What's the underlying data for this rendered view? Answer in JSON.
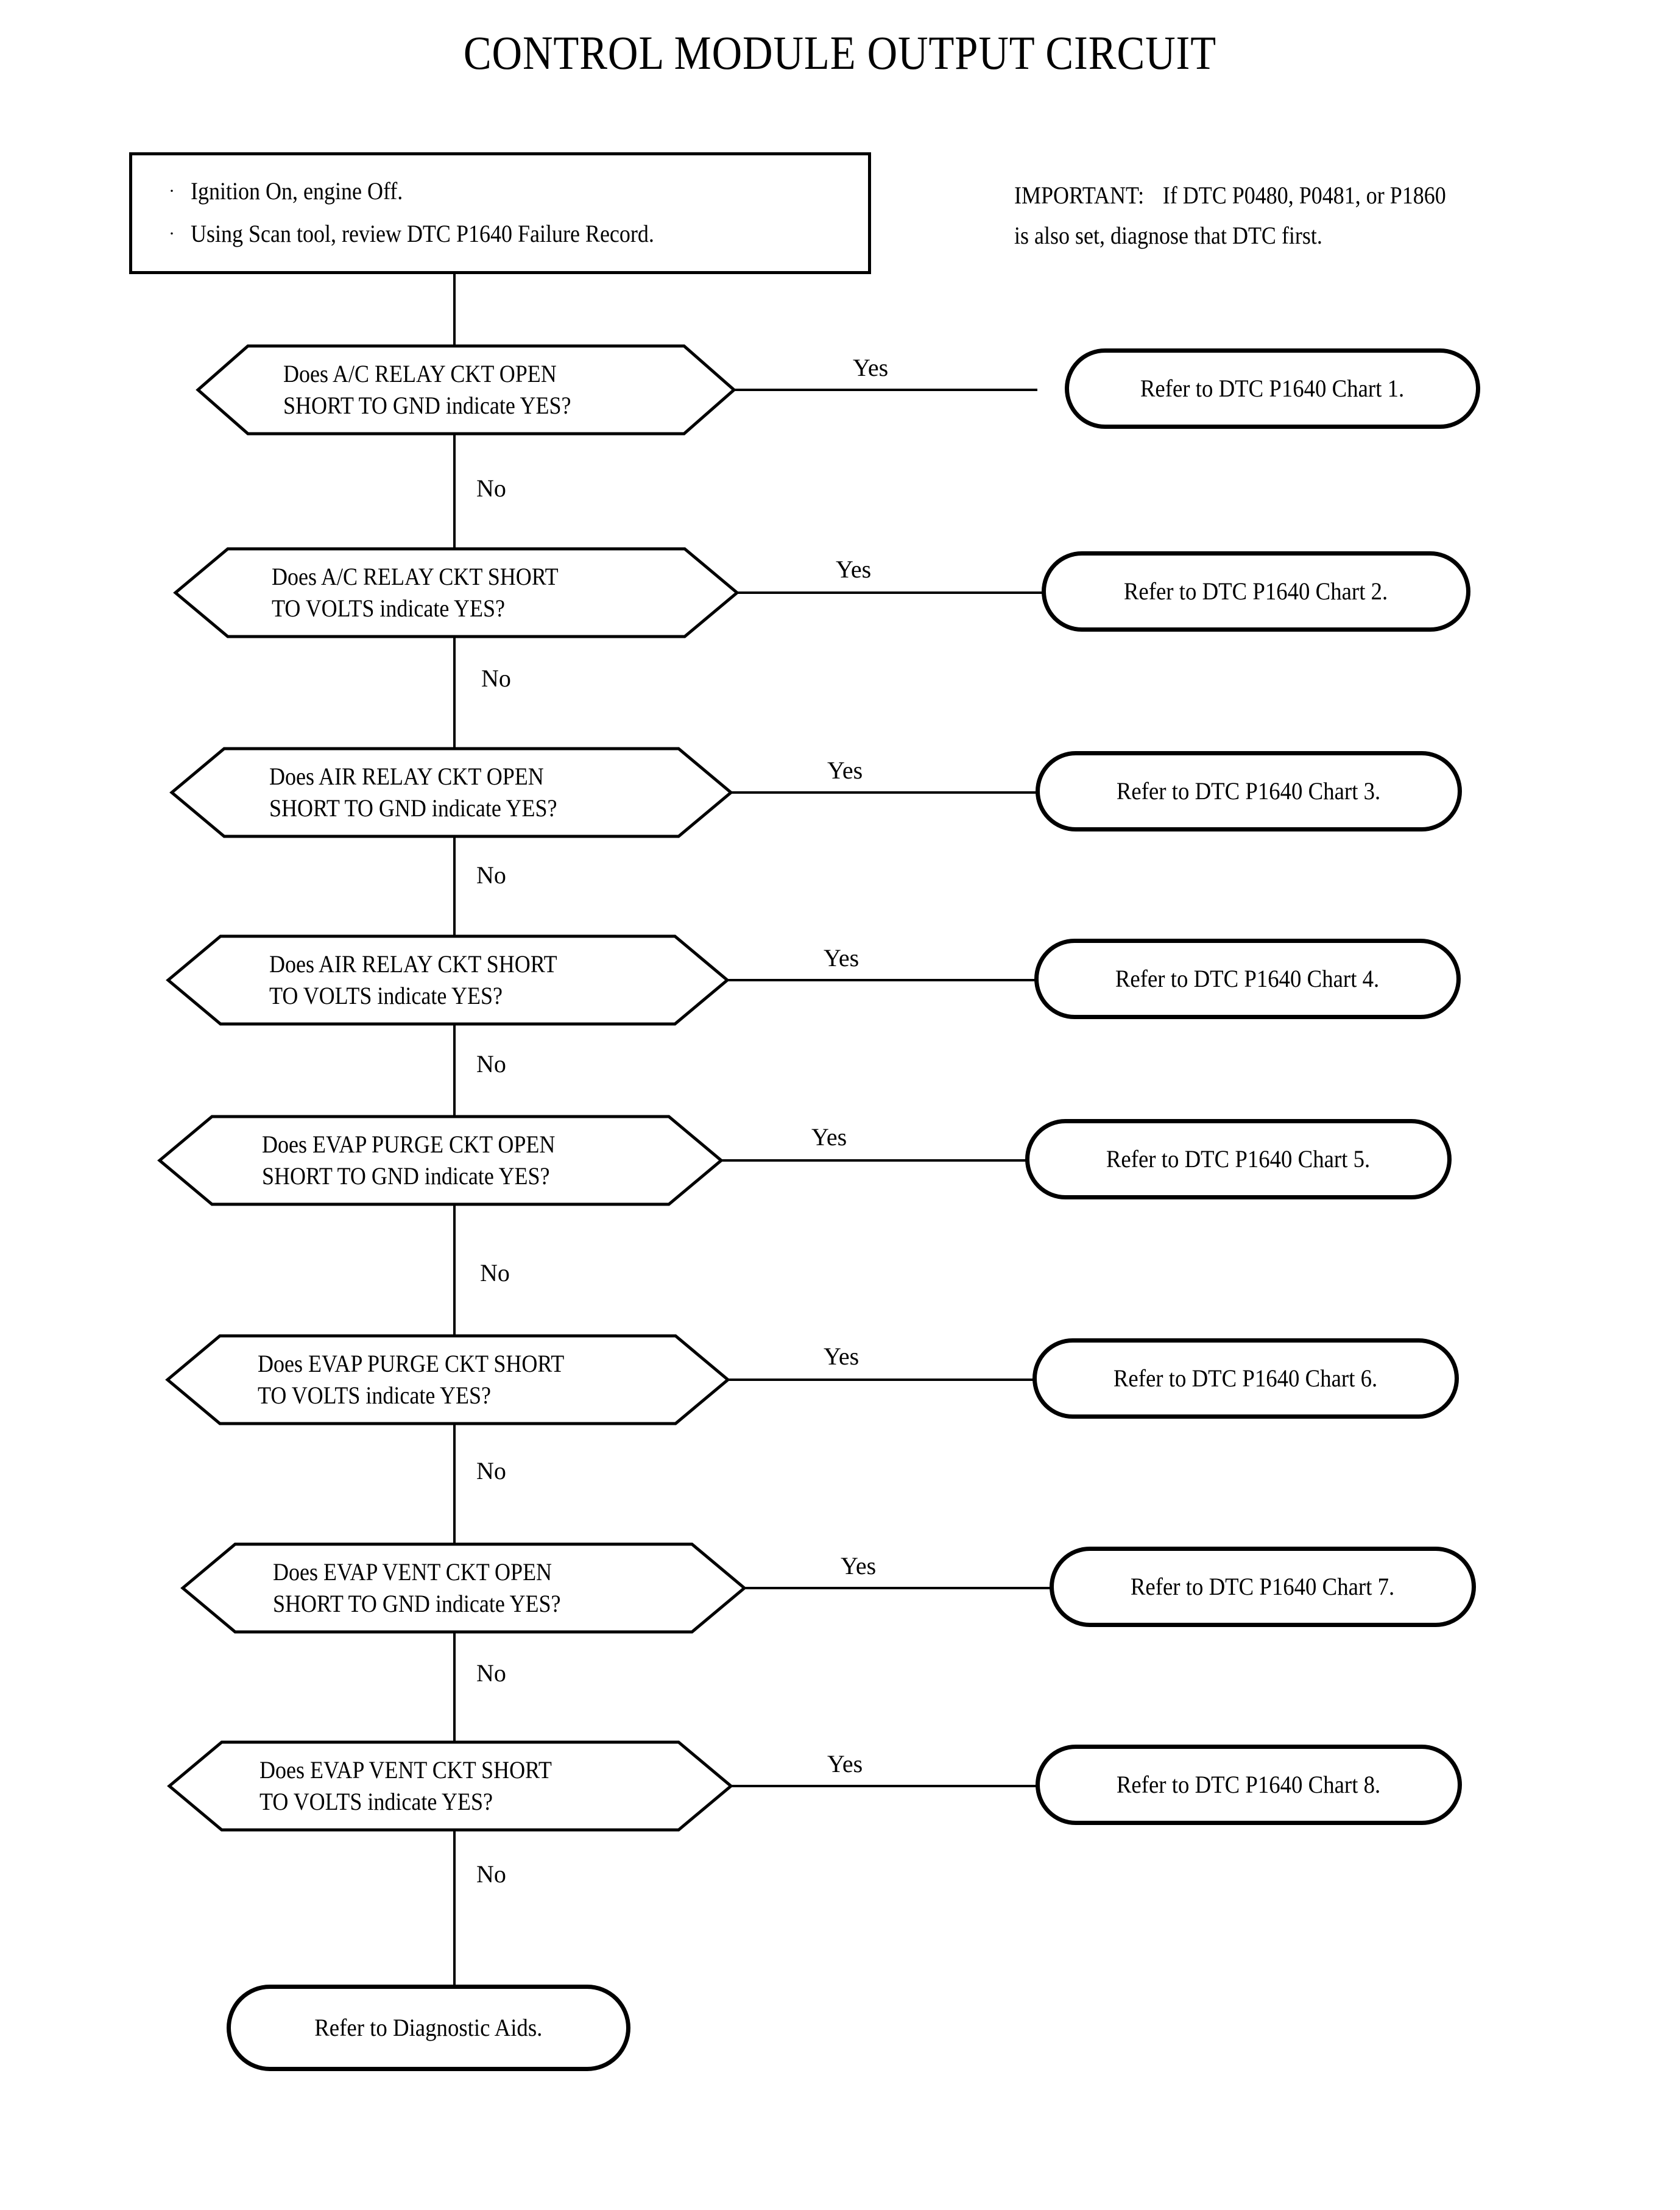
{
  "page": {
    "title": "CONTROL MODULE OUTPUT CIRCUIT"
  },
  "instructions": {
    "bullet_glyph": "·",
    "items": [
      "Ignition On, engine Off.",
      "Using Scan tool, review DTC P1640 Failure Record."
    ]
  },
  "important_note": {
    "label": "IMPORTANT:",
    "line1": "If DTC P0480, P0481, or P1860",
    "line2": "is also set, diagnose that DTC first."
  },
  "edge_labels": {
    "yes": "Yes",
    "no": "No"
  },
  "steps": [
    {
      "question_line1": "Does A/C RELAY CKT OPEN",
      "question_line2": "SHORT TO GND indicate YES?",
      "yes_label": "Yes",
      "no_label": "No",
      "result": "Refer to DTC P1640 Chart 1."
    },
    {
      "question_line1": "Does A/C RELAY CKT SHORT",
      "question_line2": "TO VOLTS indicate YES?",
      "yes_label": "Yes",
      "no_label": "No",
      "result": "Refer to DTC P1640 Chart 2."
    },
    {
      "question_line1": "Does AIR RELAY CKT OPEN",
      "question_line2": "SHORT TO GND indicate YES?",
      "yes_label": "Yes",
      "no_label": "No",
      "result": "Refer to DTC P1640 Chart 3."
    },
    {
      "question_line1": "Does AIR RELAY CKT SHORT",
      "question_line2": "TO VOLTS indicate YES?",
      "yes_label": "Yes",
      "no_label": "No",
      "result": "Refer to DTC P1640 Chart 4."
    },
    {
      "question_line1": "Does EVAP PURGE CKT OPEN",
      "question_line2": "SHORT TO GND indicate YES?",
      "yes_label": "Yes",
      "no_label": "No",
      "result": "Refer to DTC P1640 Chart 5."
    },
    {
      "question_line1": "Does EVAP PURGE CKT SHORT",
      "question_line2": "TO VOLTS indicate YES?",
      "yes_label": "Yes",
      "no_label": "No",
      "result": "Refer to DTC P1640 Chart 6."
    },
    {
      "question_line1": "Does EVAP VENT CKT OPEN",
      "question_line2": "SHORT TO GND indicate YES?",
      "yes_label": "Yes",
      "no_label": "No",
      "result": "Refer to DTC P1640 Chart 7."
    },
    {
      "question_line1": "Does EVAP VENT CKT SHORT",
      "question_line2": "TO VOLTS indicate YES?",
      "yes_label": "Yes",
      "no_label": "No",
      "result": "Refer to DTC P1640 Chart 8."
    }
  ],
  "final_node": {
    "label": "Refer to Diagnostic Aids."
  },
  "colors": {
    "stroke": "#000000",
    "background": "#ffffff"
  }
}
